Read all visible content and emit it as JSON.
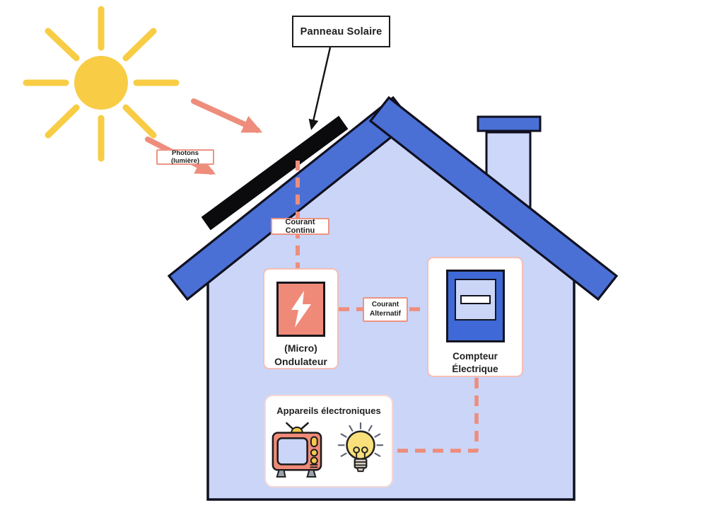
{
  "labels": {
    "panel": "Panneau Solaire",
    "photons": "Photons (lumière)",
    "dc_current": "Courant Continu",
    "ac_current_line1": "Courant",
    "ac_current_line2": "Alternatif",
    "inverter_line1": "(Micro)",
    "inverter_line2": "Ondulateur",
    "meter": "Compteur Électrique",
    "appliances": "Appareils électroniques"
  },
  "icons": {
    "sun": "sun-icon",
    "photon_arrows": "photon-arrow-icons",
    "panel_pointer": "pointer-arrow-icon",
    "solar_panel": "solar-panel-shape",
    "inverter": "lightning-bolt-icon",
    "meter": "electric-meter-icon",
    "tv": "television-icon",
    "bulb": "lightbulb-icon"
  },
  "colors": {
    "roof_blue": "#4a70d6",
    "meter_blue": "#3f69d6",
    "wall_blue": "#cad5f8",
    "chimney_blue": "#ccd7fa",
    "salmon": "#ee8d7c",
    "salmon_fill": "#f08a78",
    "label_border": "#ec9384",
    "card_border": "#f6beb4",
    "appliance_card_border": "#f8d7d3",
    "sun_yellow": "#f8cd45",
    "bulb_yellow": "#f9e07a",
    "knob_yellow": "#f2c94c",
    "outline_dark": "#101020",
    "text_dark": "#1f1f1f"
  }
}
